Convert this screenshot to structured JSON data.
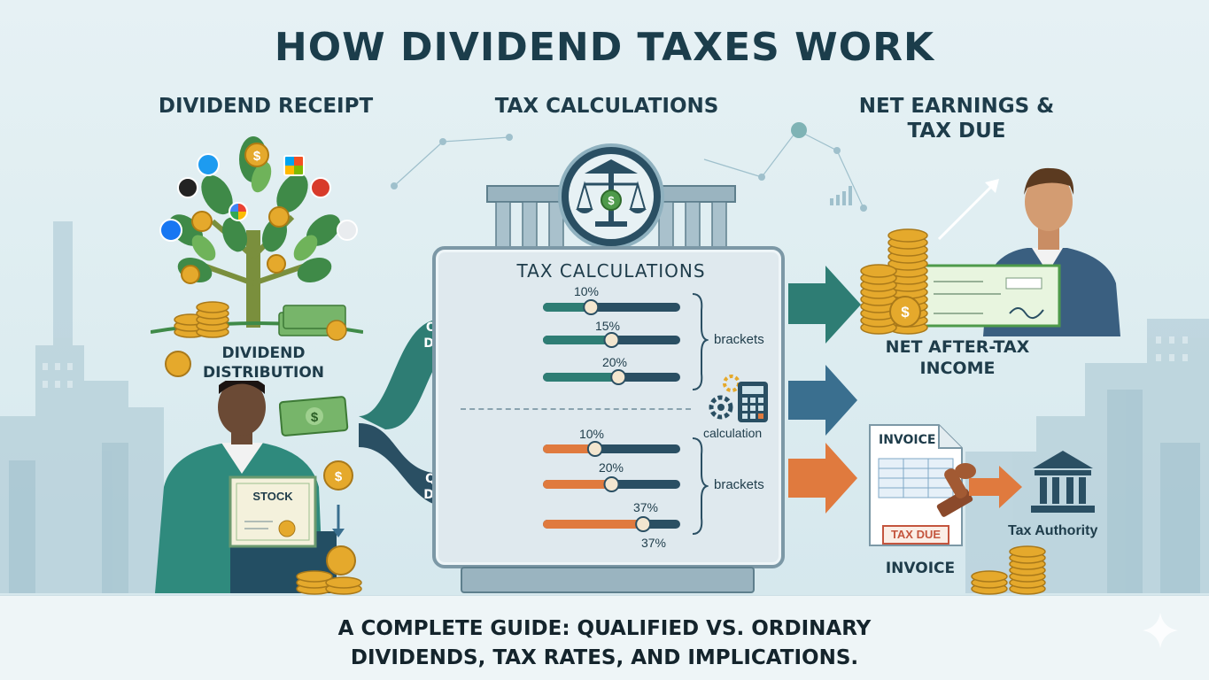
{
  "title": "HOW DIVIDEND TAXES WORK",
  "sections": {
    "receipt": "DIVIDEND RECEIPT",
    "calc": "TAX CALCULATIONS",
    "net": "NET EARNINGS & TAX DUE"
  },
  "receipt": {
    "distribution_label": "DIVIDEND DISTRIBUTION",
    "certificate_text": "STOCK"
  },
  "calc_panel": {
    "title": "TAX CALCULATIONS",
    "ordinary_label": "ORDINARY DIVIDENDS",
    "qualified_label": "QUALIFIED DIVIDENDS",
    "ordinary_rates": [
      "10%",
      "15%",
      "20%"
    ],
    "qualified_rates": [
      "10%",
      "20%",
      "37%"
    ],
    "qualified_extra_rate": "37%",
    "ordinary_slider_levels": [
      0.35,
      0.5,
      0.55
    ],
    "qualified_slider_levels": [
      0.38,
      0.5,
      0.73
    ],
    "brackets_label": "brackets",
    "calculation_label": "calculation"
  },
  "net": {
    "income_label": "NET AFTER-TAX INCOME",
    "invoice_title": "INVOICE",
    "tax_due_stamp": "TAX DUE",
    "invoice_label": "INVOICE",
    "authority_label": "Tax Authority"
  },
  "footer": {
    "line1": "A COMPLETE GUIDE: QUALIFIED VS. ORDINARY",
    "line2": "DIVIDENDS, TAX RATES, AND IMPLICATIONS."
  },
  "colors": {
    "teal": "#2e7d74",
    "navy": "#2a4f63",
    "blue": "#3a6f8f",
    "orange": "#e07a3e",
    "green": "#4e9a4a",
    "gold": "#e5a92c"
  },
  "icons": [
    "tree-icon",
    "twitter-icon",
    "apple-icon",
    "google-icon",
    "microsoft-icon",
    "meta-icon",
    "gear-icon",
    "calculator-icon",
    "bank-icon",
    "scales-icon",
    "stamp-icon",
    "coin-icon"
  ]
}
